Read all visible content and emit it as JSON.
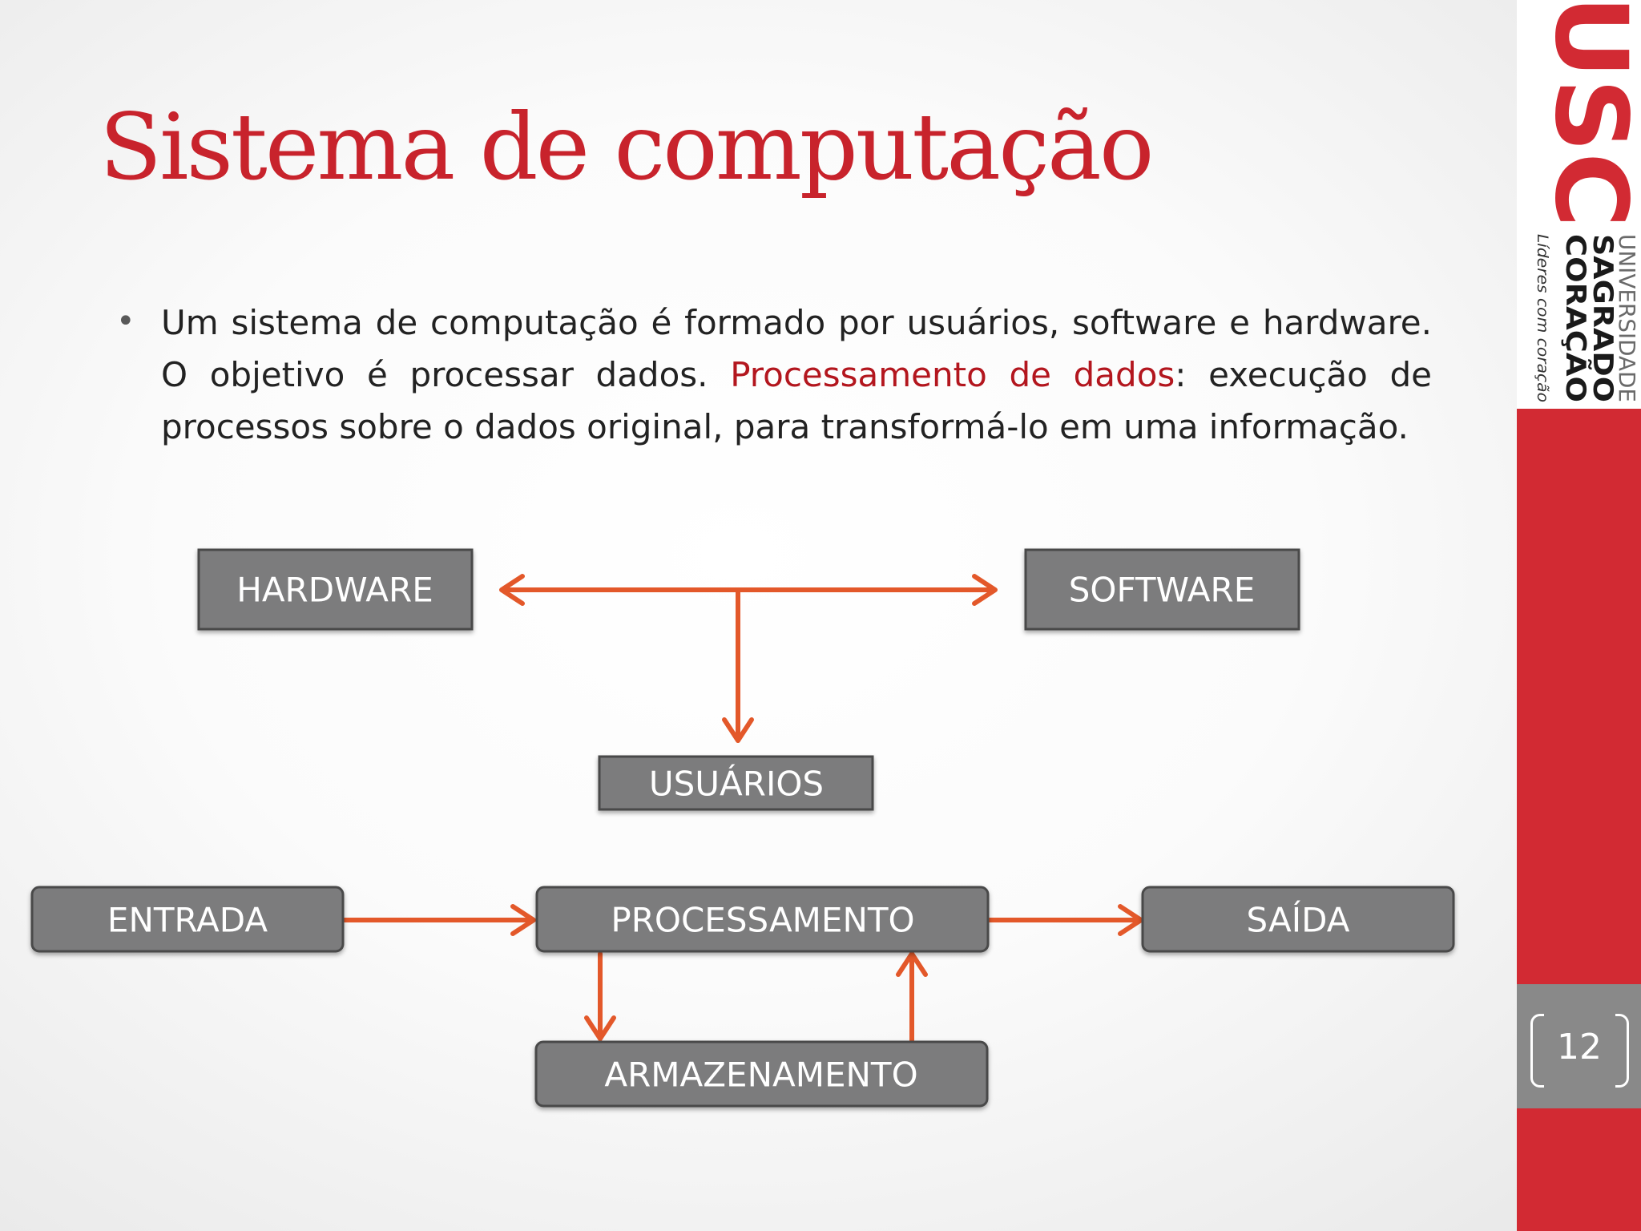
{
  "slide": {
    "title": "Sistema de computação",
    "bullet": {
      "text_before": "Um sistema de computação é formado por usuários, software e hardware. O objetivo é processar dados. ",
      "highlight": "Processamento de dados",
      "text_after": ": execução de processos sobre o dados original, para transformá-lo em uma informação."
    },
    "page_number": "12"
  },
  "logo": {
    "letters": "USC",
    "line1": "UNIVERSIDADE",
    "line2": "SAGRADO",
    "line3": "CORAÇÃO",
    "tagline": "Líderes com coração"
  },
  "diagram": {
    "nodes": {
      "hardware": "HARDWARE",
      "software": "SOFTWARE",
      "usuarios": "USUÁRIOS",
      "entrada": "ENTRADA",
      "processamento": "PROCESSAMENTO",
      "saida": "SAÍDA",
      "armazenamento": "ARMAZENAMENTO"
    }
  },
  "colors": {
    "title": "#c8232c",
    "highlight": "#b3161e",
    "arrow": "#e3582a",
    "node_fill": "#7b7b7d",
    "brand_red": "#d22a33",
    "brand_grey": "#898989"
  }
}
